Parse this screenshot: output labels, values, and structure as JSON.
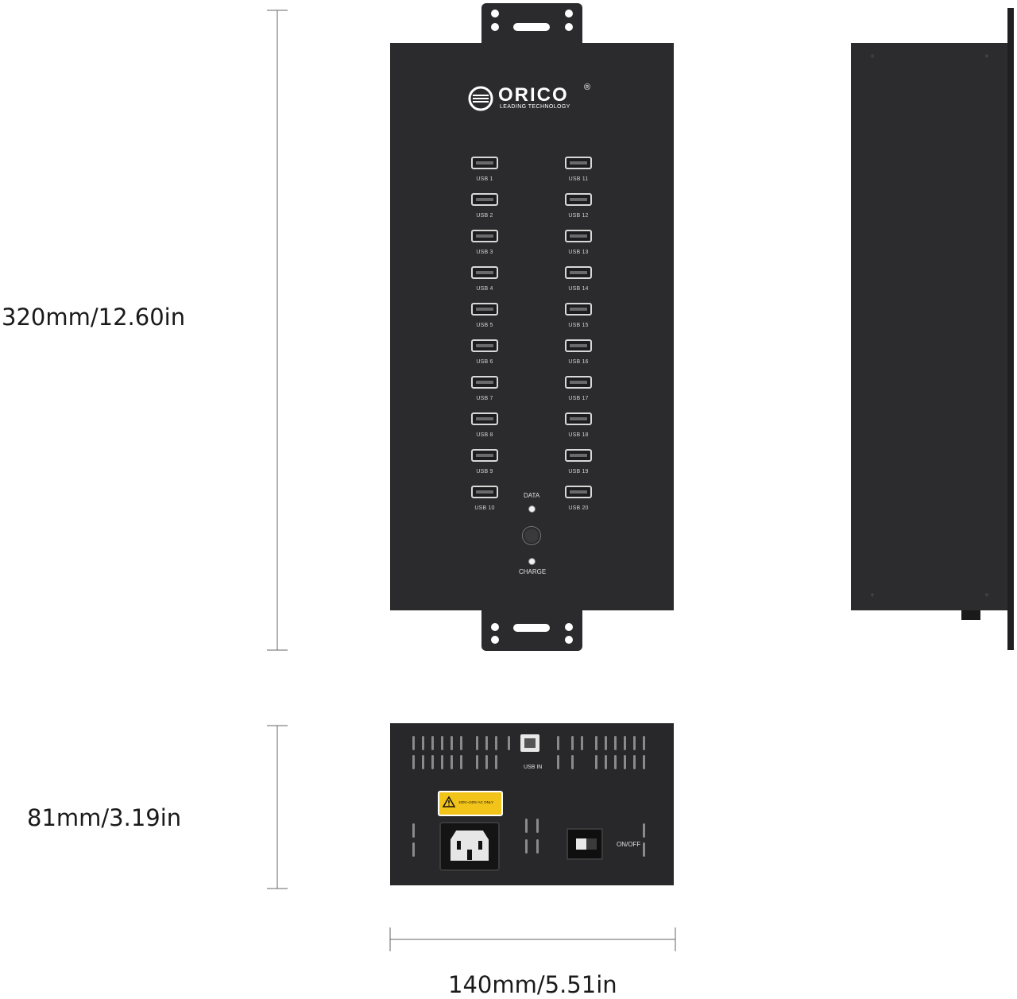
{
  "dimensions": {
    "height": "320mm/12.60in",
    "depth": "81mm/3.19in",
    "width": "140mm/5.51in"
  },
  "brand": {
    "name": "ORICO",
    "registered": "®",
    "tagline": "LEADING TECHNOLOGY"
  },
  "ports_left": [
    "USB 1",
    "USB 2",
    "USB 3",
    "USB 4",
    "USB 5",
    "USB 6",
    "USB 7",
    "USB 8",
    "USB 9",
    "USB 10"
  ],
  "ports_right": [
    "USB 11",
    "USB 12",
    "USB 13",
    "USB 14",
    "USB 15",
    "USB 16",
    "USB 17",
    "USB 18",
    "USB 19",
    "USB 20"
  ],
  "indicators": {
    "data": "DATA",
    "charge": "CHARGE"
  },
  "rear_panel": {
    "usb_in": "USB IN",
    "warning": "100V~240V AC ONLY",
    "switch": "ON/OFF"
  },
  "colors": {
    "housing": "#2b2b2d",
    "bracket": "#2b2b2d",
    "dimension_line": "#555555",
    "warning_label": "#f2c318"
  }
}
